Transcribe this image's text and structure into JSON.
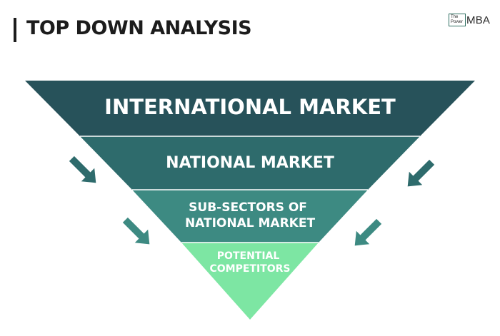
{
  "header": {
    "title": "TOP DOWN ANALYSIS",
    "logo_small_line1": "The",
    "logo_small_line2": "Power",
    "logo_big": "MBA",
    "logo_accent": "#2f6f62"
  },
  "funnel": {
    "levels": [
      {
        "lines": [
          "INTERNATIONAL MARKET"
        ],
        "color": "#27525a"
      },
      {
        "lines": [
          "NATIONAL MARKET"
        ],
        "color": "#2e6b6c"
      },
      {
        "lines": [
          "SUB-SECTORS OF",
          "NATIONAL MARKET"
        ],
        "color": "#3d8a82"
      },
      {
        "lines": [
          "POTENTIAL",
          "COMPETITORS"
        ],
        "color": "#7de6a3"
      }
    ],
    "arrow_colors": [
      "#2e6b6c",
      "#3d8a82"
    ]
  }
}
